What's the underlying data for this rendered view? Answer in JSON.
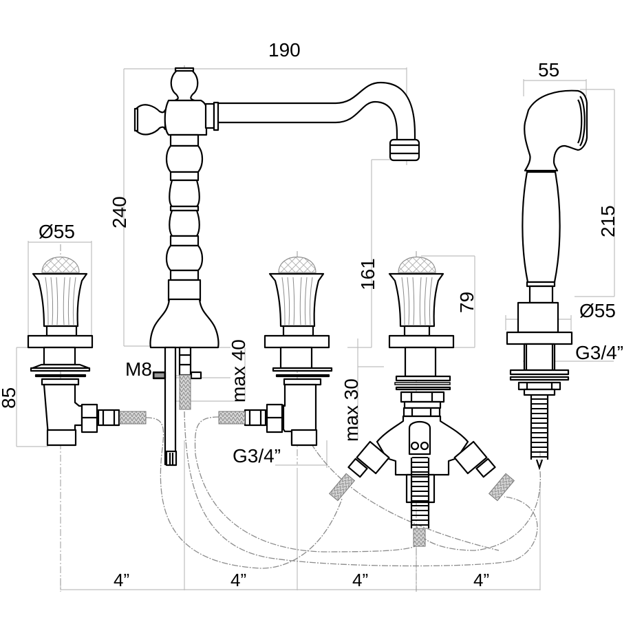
{
  "drawing": {
    "title": "Three-hole deck-mounted tap with hand shower – technical dimensions",
    "line_color": "#000000",
    "dimension_line_color": "#bdbdbd",
    "hose_color": "#8a8a8a",
    "components": [
      {
        "id": "left-valve",
        "name": "Left handle valve"
      },
      {
        "id": "spout",
        "name": "Central spout with lever handle"
      },
      {
        "id": "middle-valve",
        "name": "Right handle valve"
      },
      {
        "id": "diverter-valve",
        "name": "Diverter valve with hose outlets"
      },
      {
        "id": "hand-shower",
        "name": "Hand shower with holder"
      }
    ],
    "dimensions": {
      "spout_reach": "190",
      "spout_height": "240",
      "spout_outlet_height": "161",
      "left_handle_diameter": "Ø55",
      "left_valve_height": "85",
      "spout_thread": "M8",
      "spout_max_deck": "max 40",
      "valve_thread": "G3/4”",
      "diverter_max_deck": "max 30",
      "diverter_handle_height": "79",
      "shower_head_width": "55",
      "shower_length": "215",
      "shower_holder_diameter": "Ø55",
      "shower_holder_thread": "G3/4”",
      "spacing": [
        "4”",
        "4”",
        "4”",
        "4”"
      ]
    }
  }
}
